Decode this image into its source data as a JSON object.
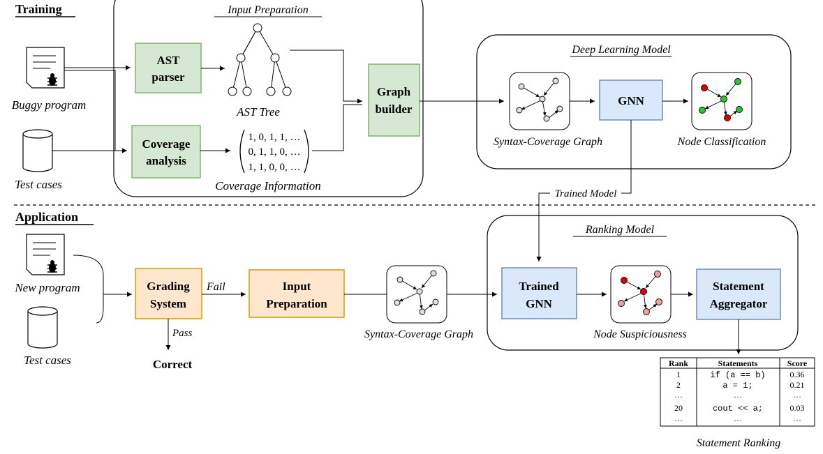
{
  "sections": {
    "training": "Training",
    "application": "Application"
  },
  "training": {
    "input_preparation_title": "Input Preparation",
    "deep_learning_title": "Deep Learning Model",
    "buggy_program_label": "Buggy program",
    "test_cases_label": "Test cases",
    "ast_parser": [
      "AST",
      "parser"
    ],
    "coverage_analysis": [
      "Coverage",
      "analysis"
    ],
    "ast_tree_label": "AST Tree",
    "coverage_matrix_rows": [
      "1, 0, 1, 1, …",
      "0, 1, 1, 0, …",
      "1, 1, 0, 0, …"
    ],
    "coverage_info_label": "Coverage Information",
    "graph_builder": [
      "Graph",
      "builder"
    ],
    "syntax_coverage_graph_label": "Syntax-Coverage Graph",
    "gnn": "GNN",
    "node_classification_label": "Node Classification"
  },
  "trained_model_label": "Trained Model",
  "application": {
    "ranking_title": "Ranking Model",
    "new_program_label": "New program",
    "test_cases_label": "Test cases",
    "grading_system": [
      "Grading",
      "System"
    ],
    "fail_label": "Fail",
    "pass_label": "Pass",
    "correct_label": "Correct",
    "input_preparation": [
      "Input",
      "Preparation"
    ],
    "syntax_coverage_graph_label": "Syntax-Coverage Graph",
    "trained_gnn": [
      "Trained",
      "GNN"
    ],
    "node_suspiciousness_label": "Node Suspiciousness",
    "statement_aggregator": [
      "Statement",
      "Aggregator"
    ]
  },
  "ranking_table": {
    "headers": [
      "Rank",
      "Statements",
      "Score"
    ],
    "rows": [
      [
        "1",
        "if (a == b)",
        "0.36"
      ],
      [
        "2",
        "a = 1;",
        "0.21"
      ],
      [
        "…",
        "…",
        "…"
      ],
      [
        "20",
        "cout << a;",
        "0.03"
      ],
      [
        "…",
        "…",
        "…"
      ]
    ],
    "caption": "Statement Ranking"
  },
  "colors": {
    "green_fill": "#d5e8d4",
    "green_stroke": "#82b366",
    "blue_fill": "#dae8fc",
    "blue_stroke": "#6c8ebf",
    "orange_fill": "#ffe6cc",
    "orange_stroke": "#d79b00",
    "node_red": "#e00000",
    "node_green": "#22cc22",
    "node_pink": "#f0a0a0",
    "node_grey": "#e0e0e0"
  }
}
